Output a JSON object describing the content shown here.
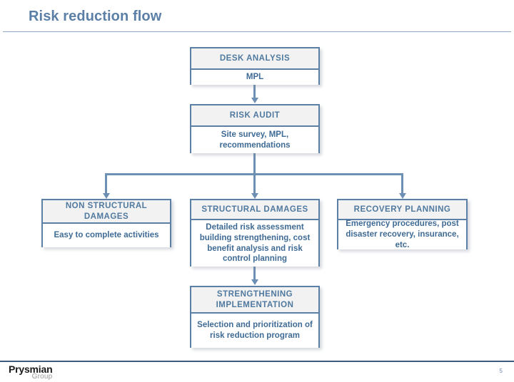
{
  "slide": {
    "title": "Risk reduction flow",
    "page_number": "5",
    "accent_color": "#5b7fa6",
    "text_color": "#3f6b95",
    "header_fill": "#f2f2f2",
    "connector_color": "#6d8fb3"
  },
  "flow": {
    "boxes": [
      {
        "id": "desk-analysis",
        "header": "DESK ANALYSIS",
        "body": "MPL"
      },
      {
        "id": "risk-audit",
        "header": "RISK AUDIT",
        "body": "Site survey, MPL, recommendations"
      },
      {
        "id": "non-structural",
        "header": "NON STRUCTURAL DAMAGES",
        "body": "Easy to complete activities"
      },
      {
        "id": "structural",
        "header": "STRUCTURAL DAMAGES",
        "body": "Detailed risk assessment building strengthening, cost benefit analysis and risk control planning"
      },
      {
        "id": "recovery",
        "header": "RECOVERY PLANNING",
        "body": "Emergency procedures, post disaster recovery, insurance, etc."
      },
      {
        "id": "strengthening",
        "header": "STRENGTHENING IMPLEMENTATION",
        "body": "Selection and prioritization of risk reduction program"
      }
    ]
  },
  "footer": {
    "logo_main": "Prysmian",
    "logo_sub": "Group"
  }
}
